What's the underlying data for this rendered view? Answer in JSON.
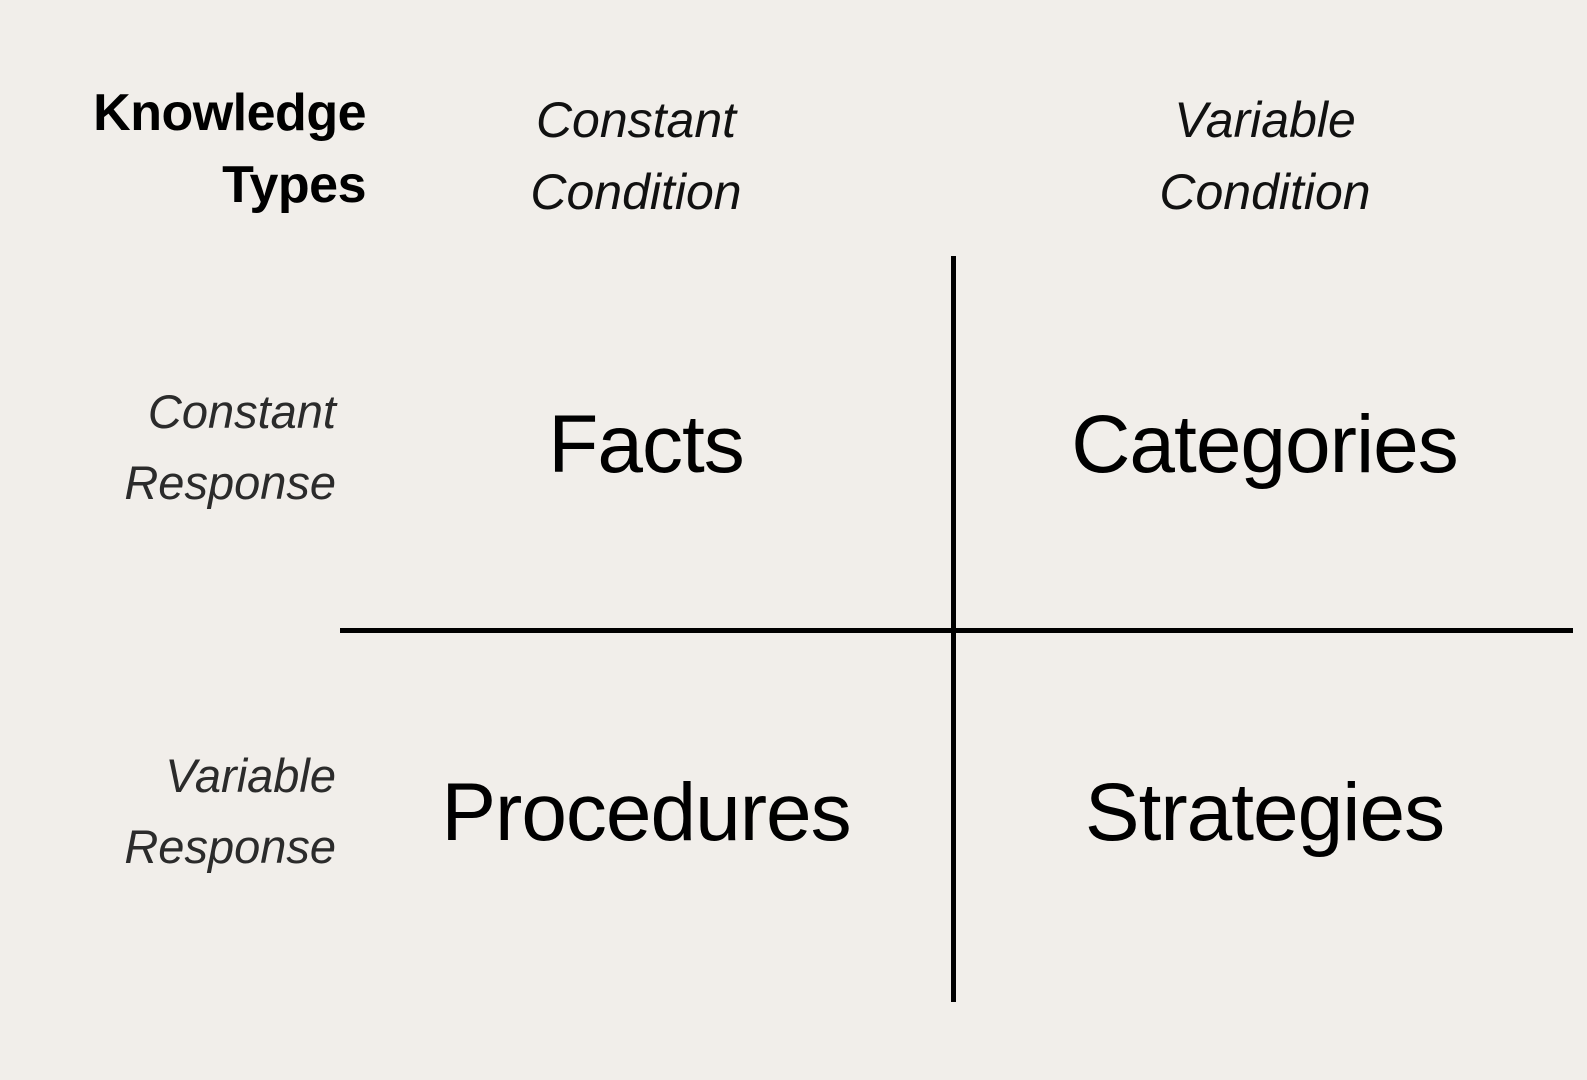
{
  "background_color": "#f1eeea",
  "line_color": "#000000",
  "matrix": {
    "title": {
      "line1": "Knowledge",
      "line2": "Types"
    },
    "column_headers": [
      {
        "line1": "Constant",
        "line2": "Condition"
      },
      {
        "line1": "Variable",
        "line2": "Condition"
      }
    ],
    "row_headers": [
      {
        "line1": "Constant",
        "line2": "Response"
      },
      {
        "line1": "Variable",
        "line2": "Response"
      }
    ],
    "cells": {
      "constant_response_constant_condition": "Facts",
      "constant_response_variable_condition": "Categories",
      "variable_response_constant_condition": "Procedures",
      "variable_response_variable_condition": "Strategies"
    }
  }
}
